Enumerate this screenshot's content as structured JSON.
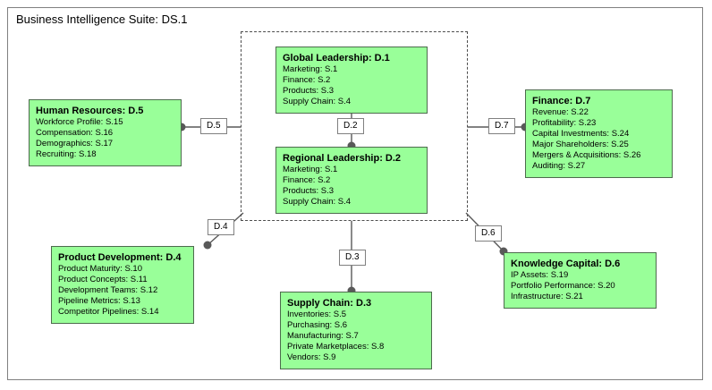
{
  "diagram": {
    "title": "Business Intelligence Suite: DS.1",
    "colors": {
      "node_fill": "#99ff99",
      "node_border": "#4d6b4d",
      "frame_border": "#808080",
      "group_border": "#4d4d4d",
      "edge_line": "#595959",
      "text": "#000000"
    },
    "group": {
      "name": "leadership-group",
      "style": "dashed"
    },
    "nodes": [
      {
        "id": "D.1",
        "name": "global-leadership",
        "title": "Global Leadership: D.1",
        "items": [
          "Marketing: S.1",
          "Finance: S.2",
          "Products: S.3",
          "Supply Chain: S.4"
        ]
      },
      {
        "id": "D.2",
        "name": "regional-leadership",
        "title": "Regional Leadership: D.2",
        "items": [
          "Marketing: S.1",
          "Finance: S.2",
          "Products: S.3",
          "Supply Chain: S.4"
        ]
      },
      {
        "id": "D.3",
        "name": "supply-chain",
        "title": "Supply Chain: D.3",
        "items": [
          "Inventories: S.5",
          "Purchasing: S.6",
          "Manufacturing: S.7",
          "Private Marketplaces: S.8",
          "Vendors: S.9"
        ]
      },
      {
        "id": "D.4",
        "name": "product-development",
        "title": "Product Development: D.4",
        "items": [
          "Product Maturity: S.10",
          "Product Concepts: S.11",
          "Development Teams: S.12",
          "Pipeline Metrics: S.13",
          "Competitor Pipelines: S.14"
        ]
      },
      {
        "id": "D.5",
        "name": "human-resources",
        "title": "Human Resources: D.5",
        "items": [
          "Workforce Profile: S.15",
          "Compensation: S.16",
          "Demographics: S.17",
          "Recruiting: S.18"
        ]
      },
      {
        "id": "D.6",
        "name": "knowledge-capital",
        "title": "Knowledge Capital: D.6",
        "items": [
          "IP Assets: S.19",
          "Portfolio Performance: S.20",
          "Infrastructure: S.21"
        ]
      },
      {
        "id": "D.7",
        "name": "finance",
        "title": "Finance: D.7",
        "items": [
          "Revenue: S.22",
          "Profitability: S.23",
          "Capital Investments: S.24",
          "Major Shareholders: S.25",
          "Mergers & Acquisitions: S.26",
          "Auditing: S.27"
        ]
      }
    ],
    "edge_labels": [
      {
        "name": "edge-label-d2",
        "text": "D.2"
      },
      {
        "name": "edge-label-d5",
        "text": "D.5"
      },
      {
        "name": "edge-label-d7",
        "text": "D.7"
      },
      {
        "name": "edge-label-d4",
        "text": "D.4"
      },
      {
        "name": "edge-label-d3",
        "text": "D.3"
      },
      {
        "name": "edge-label-d6",
        "text": "D.6"
      }
    ]
  }
}
